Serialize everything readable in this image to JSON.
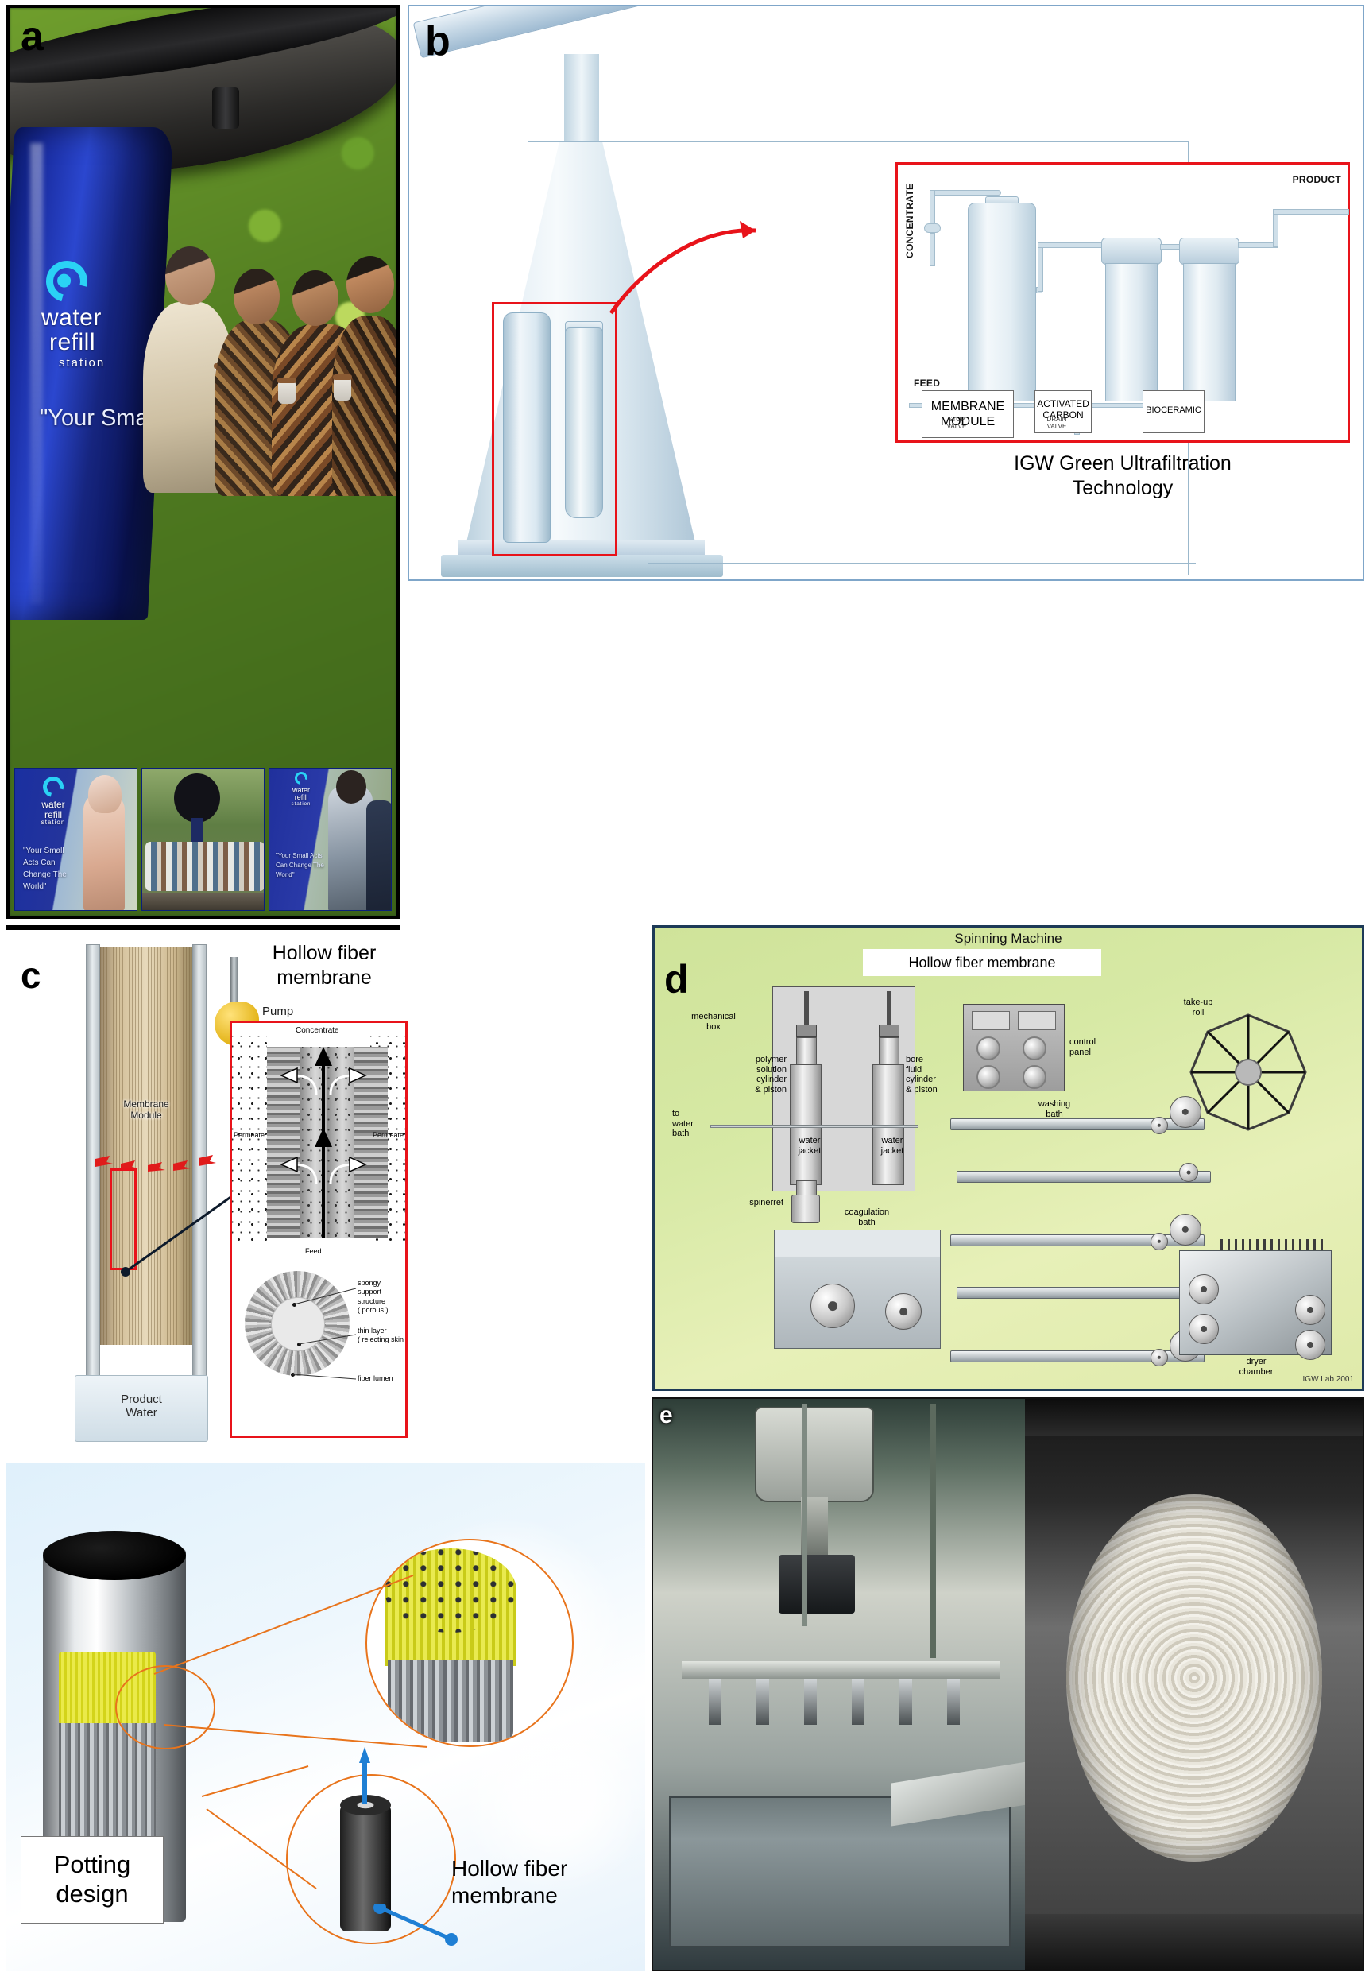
{
  "figure": {
    "panels": [
      "a",
      "b",
      "c",
      "d",
      "e"
    ]
  },
  "panel_a": {
    "letter": "a",
    "brand": {
      "line1": "water",
      "line2": "refill",
      "line3": "station"
    },
    "quote_partial": "\"Your Small",
    "sub_images": [
      {
        "id": "sub-1",
        "brand_line1": "water",
        "brand_line2": "refill",
        "brand_line3": "station",
        "quote": "\"Your Small Acts Can Change The World\""
      },
      {
        "id": "sub-2",
        "caption": ""
      },
      {
        "id": "sub-3",
        "brand_line1": "water",
        "brand_line2": "refill",
        "brand_line3": "station",
        "quote": "\"Your Small Acts Can Change The World\""
      }
    ]
  },
  "panel_b": {
    "letter": "b",
    "caption": "IGW Green Ultrafiltration Technology",
    "caption_line1": "IGW Green Ultrafiltration",
    "caption_line2": "Technology",
    "schematic": {
      "stream_labels": {
        "concentrate": "CONCENTRATE",
        "product": "PRODUCT",
        "feed": "FEED"
      },
      "stages": [
        {
          "id": "membrane-module",
          "line1": "MEMBRANE",
          "line2": "MODULE"
        },
        {
          "id": "activated-carbon",
          "line1": "ACTIVATED",
          "line2": "CARBON"
        },
        {
          "id": "bioceramic",
          "line1": "BIOCERAMIC",
          "line2": ""
        }
      ],
      "valves": [
        {
          "id": "stop-valve",
          "line1": "STOP",
          "line2": "VALVE"
        },
        {
          "id": "drain-valve",
          "line1": "DRAIN",
          "line2": "VALVE"
        }
      ]
    },
    "accent_red": "#e8131a"
  },
  "panel_c": {
    "letter": "c",
    "title_line1": "Hollow fiber",
    "title_line2": "membrane",
    "module_label_line1": "Membrane",
    "module_label_line2": "Module",
    "pump_label": "Pump",
    "product_water_line1": "Product",
    "product_water_line2": "Water",
    "detail": {
      "concentrate": "Concentrate",
      "permeate_left": "Permeate",
      "permeate_right": "Permeate",
      "feed": "Feed",
      "annotations": [
        {
          "id": "spongy-support",
          "line1": "spongy",
          "line2": "support structure",
          "line3": "( porous )"
        },
        {
          "id": "thin-layer",
          "line1": "thin layer",
          "line2": "( rejecting skin )"
        },
        {
          "id": "fiber-lumen",
          "line1": "fiber lumen",
          "line2": ""
        }
      ]
    }
  },
  "panel_d": {
    "letter": "d",
    "title": "Spinning Machine",
    "subtitle": "Hollow fiber membrane",
    "credit": "IGW Lab 2001",
    "labels": [
      {
        "id": "mechanical-box",
        "line1": "mechanical",
        "line2": "box"
      },
      {
        "id": "polymer-cylinder",
        "line1": "polymer",
        "line2": "solution",
        "line3": "cylinder",
        "line4": "& piston"
      },
      {
        "id": "bore-fluid-cylinder",
        "line1": "bore",
        "line2": "fluid",
        "line3": "cylinder",
        "line4": "& piston"
      },
      {
        "id": "control-panel",
        "line1": "control",
        "line2": "panel"
      },
      {
        "id": "to-water-bath",
        "line1": "to",
        "line2": "water",
        "line3": "bath"
      },
      {
        "id": "water-jacket-left",
        "line1": "water",
        "line2": "jacket"
      },
      {
        "id": "water-jacket-right",
        "line1": "water",
        "line2": "jacket"
      },
      {
        "id": "spinerret",
        "line1": "spinerret",
        "line2": ""
      },
      {
        "id": "coagulation-bath",
        "line1": "coagulation",
        "line2": "bath"
      },
      {
        "id": "washing-bath",
        "line1": "washing",
        "line2": "bath"
      },
      {
        "id": "take-up-roll",
        "line1": "take-up",
        "line2": "roll"
      },
      {
        "id": "dryer-chamber",
        "line1": "dryer",
        "line2": "chamber"
      }
    ]
  },
  "panel_potting": {
    "potting_label_line1": "Potting",
    "potting_label_line2": "design",
    "callout_line1": "Hollow fiber",
    "callout_line2": "membrane",
    "accent_orange": "#e8741c",
    "accent_blue": "#1f7fd4",
    "potting_yellow": "#dcdd20"
  },
  "panel_e": {
    "letter": "e"
  }
}
